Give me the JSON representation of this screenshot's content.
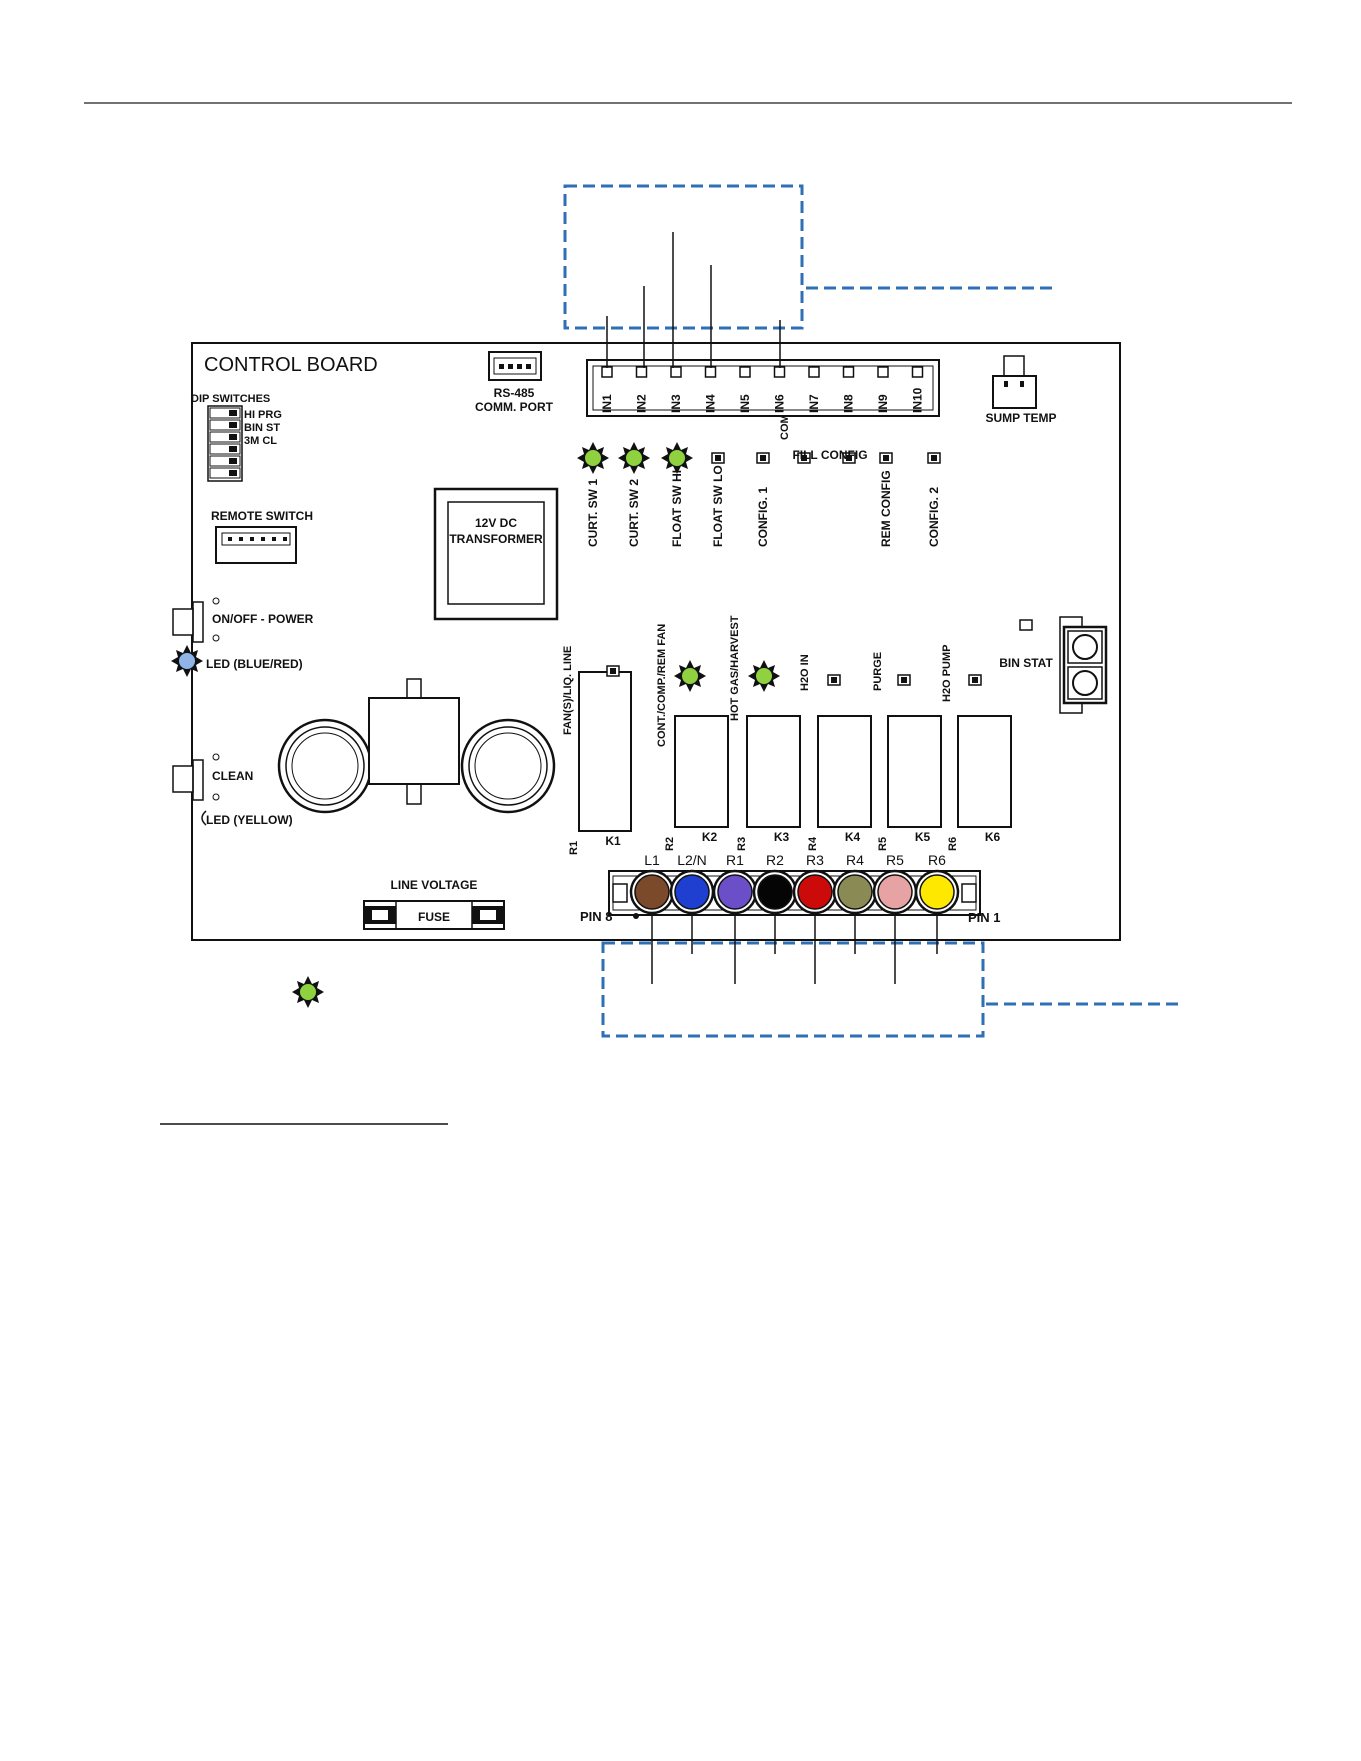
{
  "board": {
    "title": "CONTROL BOARD",
    "dip_title": "DIP SWITCHES",
    "dip_labels": [
      "HI PRG",
      "BIN ST",
      "3M CL"
    ],
    "rs485": [
      "RS-485",
      "COMM. PORT"
    ],
    "sump_temp": "SUMP TEMP",
    "remote_switch": "REMOTE SWITCH",
    "transformer": [
      "12V DC",
      "TRANSFORMER"
    ],
    "onoff": "ON/OFF - POWER",
    "led_power": "LED (BLUE/RED)",
    "clean": "CLEAN",
    "led_clean": "LED (YELLOW)",
    "line_voltage": "LINE VOLTAGE",
    "fuse": "FUSE",
    "bin_stat": "BIN STAT",
    "pin8": "PIN 8",
    "pin1": "PIN 1",
    "fill_config": "FILL CONFIG",
    "com": "COM"
  },
  "inputs": [
    "IN1",
    "IN2",
    "IN3",
    "IN4",
    "IN5",
    "IN6",
    "IN7",
    "IN8",
    "IN9",
    "IN10"
  ],
  "input_leds": [
    "CURT. SW 1",
    "CURT. SW 2",
    "FLOAT SW HI",
    "FLOAT SW LO",
    "CONFIG. 1",
    "REM CONFIG",
    "CONFIG. 2"
  ],
  "relay_labels": [
    "FAN(S)/LIQ. LINE",
    "CONT./COMP./REM FAN",
    "HOT GAS/HARVEST",
    "H2O IN",
    "PURGE",
    "H2O PUMP"
  ],
  "relays": [
    {
      "r": "R1",
      "k": "K1"
    },
    {
      "r": "R2",
      "k": "K2"
    },
    {
      "r": "R3",
      "k": "K3"
    },
    {
      "r": "R4",
      "k": "K4"
    },
    {
      "r": "R5",
      "k": "K5"
    },
    {
      "r": "R6",
      "k": "K6"
    }
  ],
  "terminals": [
    {
      "label": "L1",
      "color": "#7a4a2a"
    },
    {
      "label": "L2/N",
      "color": "#1f3fd0"
    },
    {
      "label": "R1",
      "color": "#6a4fc8"
    },
    {
      "label": "R2",
      "color": "#050505"
    },
    {
      "label": "R3",
      "color": "#cc0a0a"
    },
    {
      "label": "R4",
      "color": "#8a8a55"
    },
    {
      "label": "R5",
      "color": "#e7a3a3"
    },
    {
      "label": "R6",
      "color": "#ffe800"
    }
  ],
  "colors": {
    "led_on": "#8fd13f",
    "led_blue": "#8fb4e8",
    "callout": "#2e6fb5"
  }
}
